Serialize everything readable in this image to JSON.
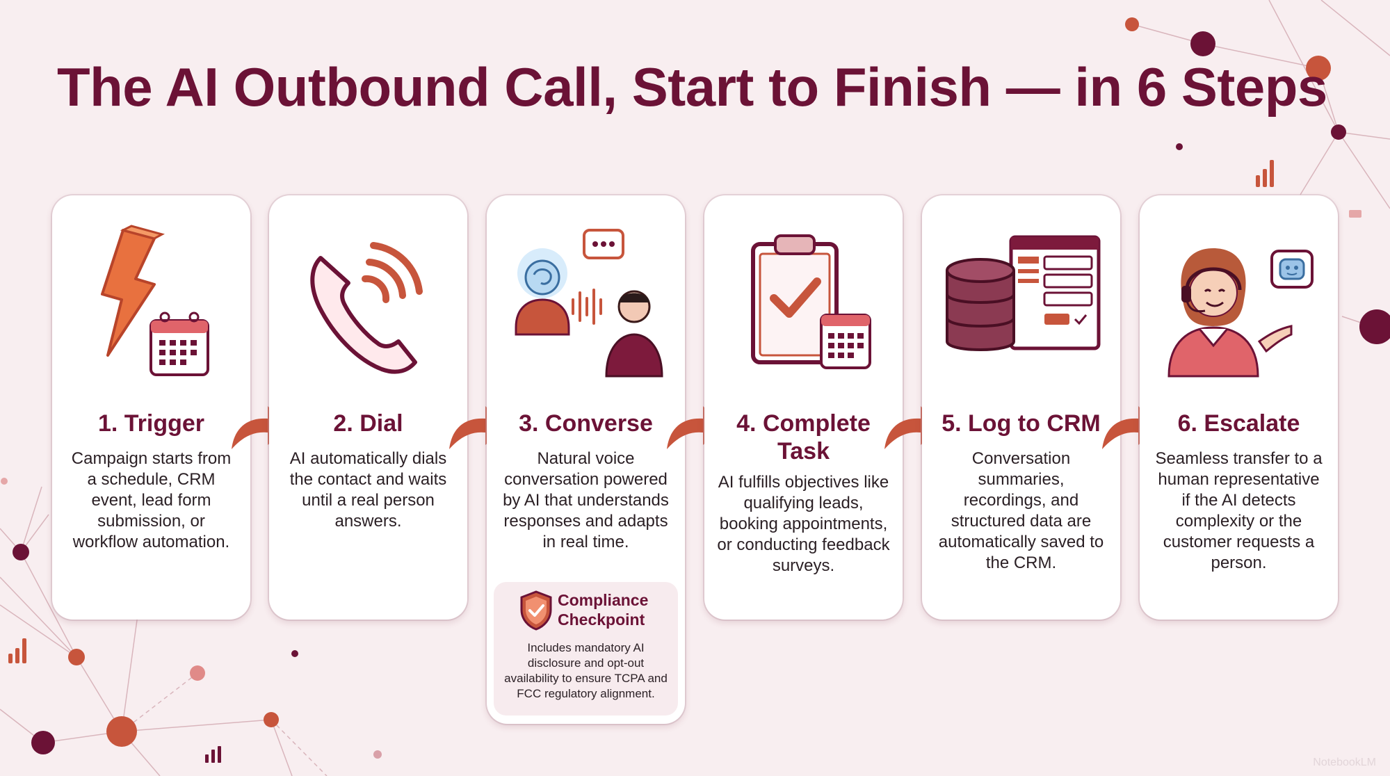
{
  "title": "The AI Outbound Call, Start to Finish — in 6 Steps",
  "colors": {
    "primary": "#6b1236",
    "accent": "#c7553c",
    "background": "#f8eef0",
    "card": "#ffffff"
  },
  "steps": [
    {
      "title": "1. Trigger",
      "description": "Campaign starts from a schedule, CRM event, lead form submission, or workflow automation.",
      "icon": "lightning-calendar-icon"
    },
    {
      "title": "2. Dial",
      "description": "AI automatically dials the contact and waits until a real person answers.",
      "icon": "phone-ringing-icon"
    },
    {
      "title": "3. Converse",
      "description": "Natural voice conversation powered by AI that understands responses and adapts in real time.",
      "icon": "ai-voice-conversation-icon"
    },
    {
      "title": "4. Complete Task",
      "description": "AI fulfills objectives like qualifying leads, booking appointments, or conducting feedback surveys.",
      "icon": "clipboard-check-calendar-icon"
    },
    {
      "title": "5. Log to CRM",
      "description": "Conversation summaries, recordings, and structured data are automatically saved to the CRM.",
      "icon": "database-crm-window-icon"
    },
    {
      "title": "6. Escalate",
      "description": "Seamless transfer to a human representative if the AI detects complexity or the customer requests a person.",
      "icon": "human-agent-headset-icon"
    }
  ],
  "compliance": {
    "title": "Compliance Checkpoint",
    "description": "Includes mandatory AI disclosure and opt-out availability to ensure TCPA and FCC regulatory alignment.",
    "icon": "shield-check-icon"
  },
  "watermark": "NotebookLM"
}
